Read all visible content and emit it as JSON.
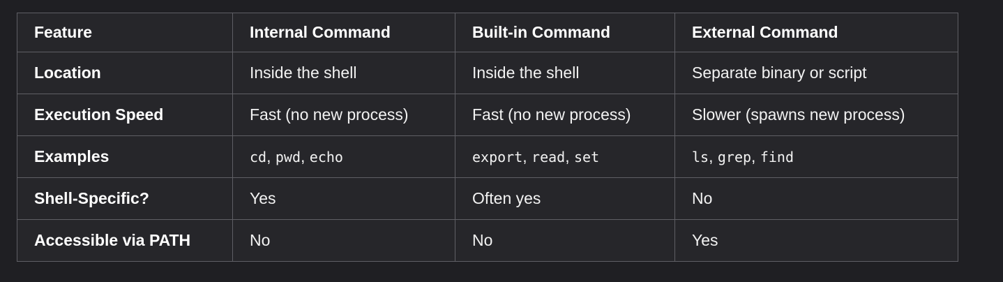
{
  "colors": {
    "page_background": "#1f1f23",
    "cell_background": "#26262a",
    "border": "#5f5f65",
    "header_text": "#ffffff",
    "cell_text": "#f2f2f2"
  },
  "table": {
    "code_separator": ", ",
    "header_labels": [
      "Feature",
      "Internal Command",
      "Built-in Command",
      "External Command"
    ],
    "rows": [
      {
        "feature": "Location",
        "cells": [
          {
            "text": "Inside the shell"
          },
          {
            "text": "Inside the shell"
          },
          {
            "text": "Separate binary or script"
          }
        ]
      },
      {
        "feature": "Execution Speed",
        "cells": [
          {
            "text": "Fast (no new process)"
          },
          {
            "text": "Fast (no new process)"
          },
          {
            "text": "Slower (spawns new process)"
          }
        ]
      },
      {
        "feature": "Examples",
        "cells": [
          {
            "codes": [
              "cd",
              "pwd",
              "echo"
            ]
          },
          {
            "codes": [
              "export",
              "read",
              "set"
            ]
          },
          {
            "codes": [
              "ls",
              "grep",
              "find"
            ]
          }
        ]
      },
      {
        "feature": "Shell-Specific?",
        "cells": [
          {
            "text": "Yes"
          },
          {
            "text": "Often yes"
          },
          {
            "text": "No"
          }
        ]
      },
      {
        "feature": "Accessible via PATH",
        "cells": [
          {
            "text": "No"
          },
          {
            "text": "No"
          },
          {
            "text": "Yes"
          }
        ]
      }
    ]
  }
}
